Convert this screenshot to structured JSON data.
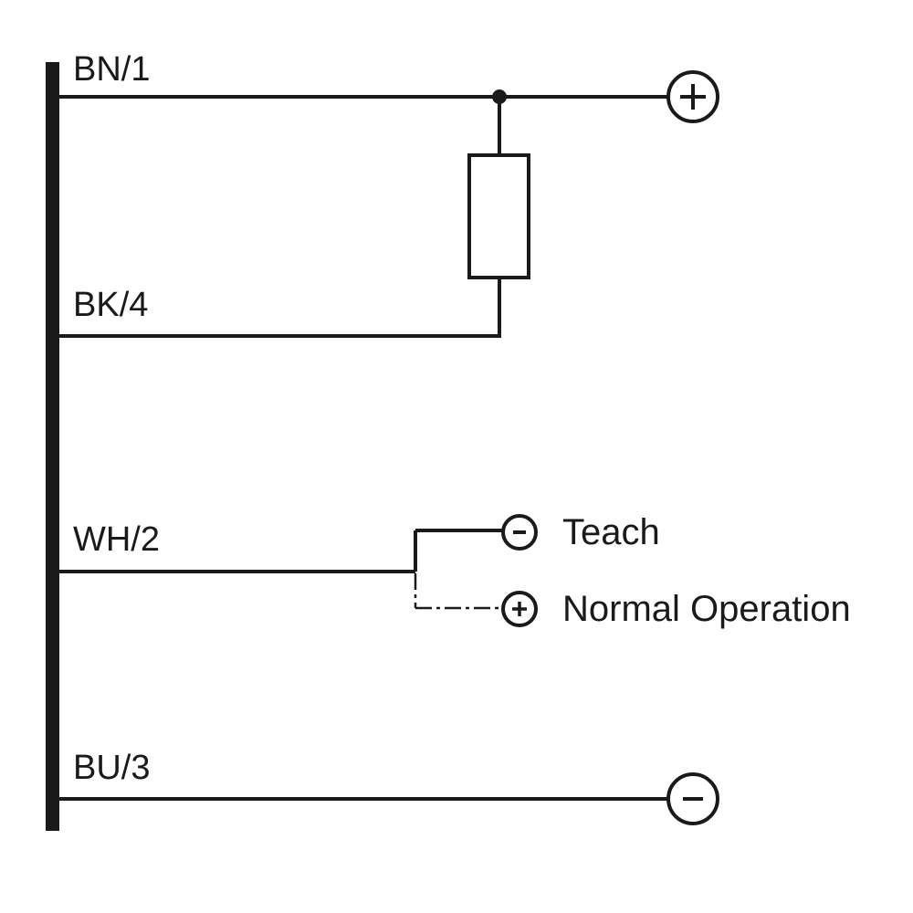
{
  "wires": {
    "bn": "BN/1",
    "bk": "BK/4",
    "wh": "WH/2",
    "bu": "BU/3"
  },
  "modes": {
    "teach": "Teach",
    "normal": "Normal Operation"
  },
  "colors": {
    "line": "#1a1a1a",
    "background": "#ffffff"
  },
  "terminals": {
    "bn": "plus",
    "bu": "minus",
    "teach": "minus",
    "normal": "plus"
  }
}
